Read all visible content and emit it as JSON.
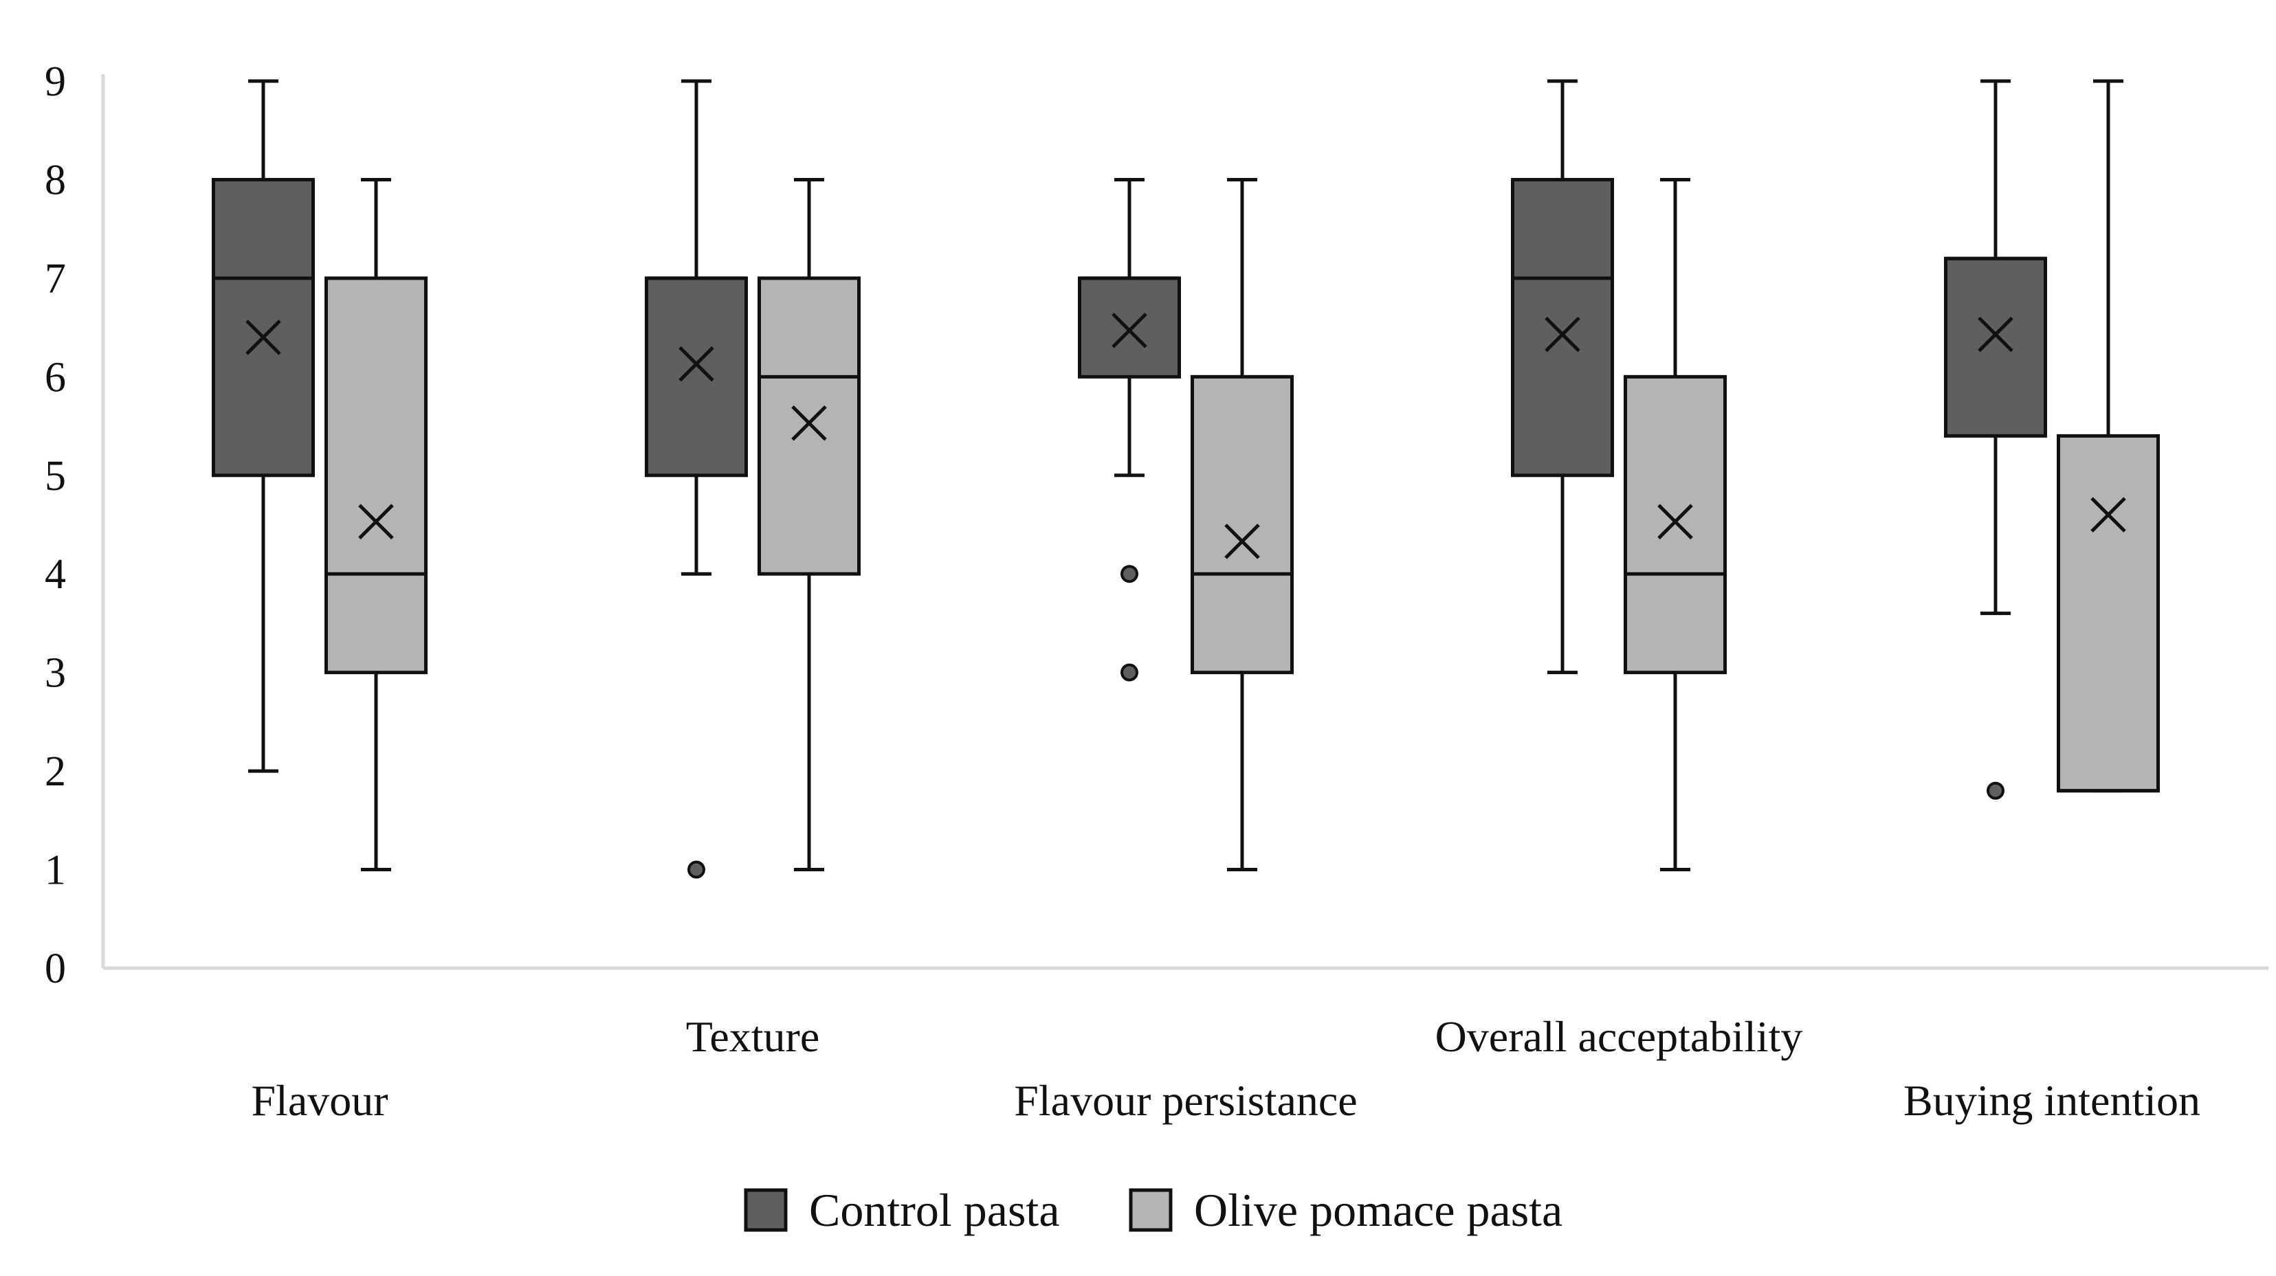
{
  "chart_data": {
    "type": "box",
    "title": "",
    "xlabel": "",
    "ylabel": "",
    "ylim": [
      0,
      9
    ],
    "yticks": [
      0,
      1,
      2,
      3,
      4,
      5,
      6,
      7,
      8,
      9
    ],
    "grid": false,
    "legend_position": "bottom-center",
    "categories": [
      "Flavour",
      "Texture",
      "Flavour persistance",
      "Overall acceptability",
      "Buying intention"
    ],
    "series": [
      {
        "name": "Control pasta",
        "color": "#5f5f5f",
        "boxes": [
          {
            "min": 2,
            "q1": 5,
            "median": 7,
            "q3": 8,
            "max": 9,
            "mean": 6.4,
            "outliers": []
          },
          {
            "min": 4,
            "q1": 5,
            "median": 7,
            "q3": 7,
            "max": 9,
            "mean": 6.13,
            "outliers": [
              1
            ]
          },
          {
            "min": 5,
            "q1": 6,
            "median": 7,
            "q3": 7,
            "max": 8,
            "mean": 6.47,
            "outliers": [
              4,
              3
            ]
          },
          {
            "min": 3,
            "q1": 5,
            "median": 7,
            "q3": 8,
            "max": 9,
            "mean": 6.43,
            "outliers": []
          },
          {
            "min": 3.6,
            "q1": 5.4,
            "median": 7.2,
            "q3": 7.2,
            "max": 9,
            "mean": 6.43,
            "outliers": [
              1.8
            ]
          }
        ]
      },
      {
        "name": "Olive pomace pasta",
        "color": "#b4b4b4",
        "boxes": [
          {
            "min": 1,
            "q1": 3,
            "median": 4,
            "q3": 7,
            "max": 8,
            "mean": 4.53,
            "outliers": []
          },
          {
            "min": 1,
            "q1": 4,
            "median": 6,
            "q3": 7,
            "max": 8,
            "mean": 5.53,
            "outliers": []
          },
          {
            "min": 1,
            "q1": 3,
            "median": 4,
            "q3": 6,
            "max": 8,
            "mean": 4.33,
            "outliers": []
          },
          {
            "min": 1,
            "q1": 3,
            "median": 4,
            "q3": 6,
            "max": 8,
            "mean": 4.53,
            "outliers": []
          },
          {
            "min": 1.8,
            "q1": 1.8,
            "median": 1.8,
            "q3": 5.4,
            "max": 9,
            "mean": 4.6,
            "outliers": []
          }
        ]
      }
    ]
  }
}
